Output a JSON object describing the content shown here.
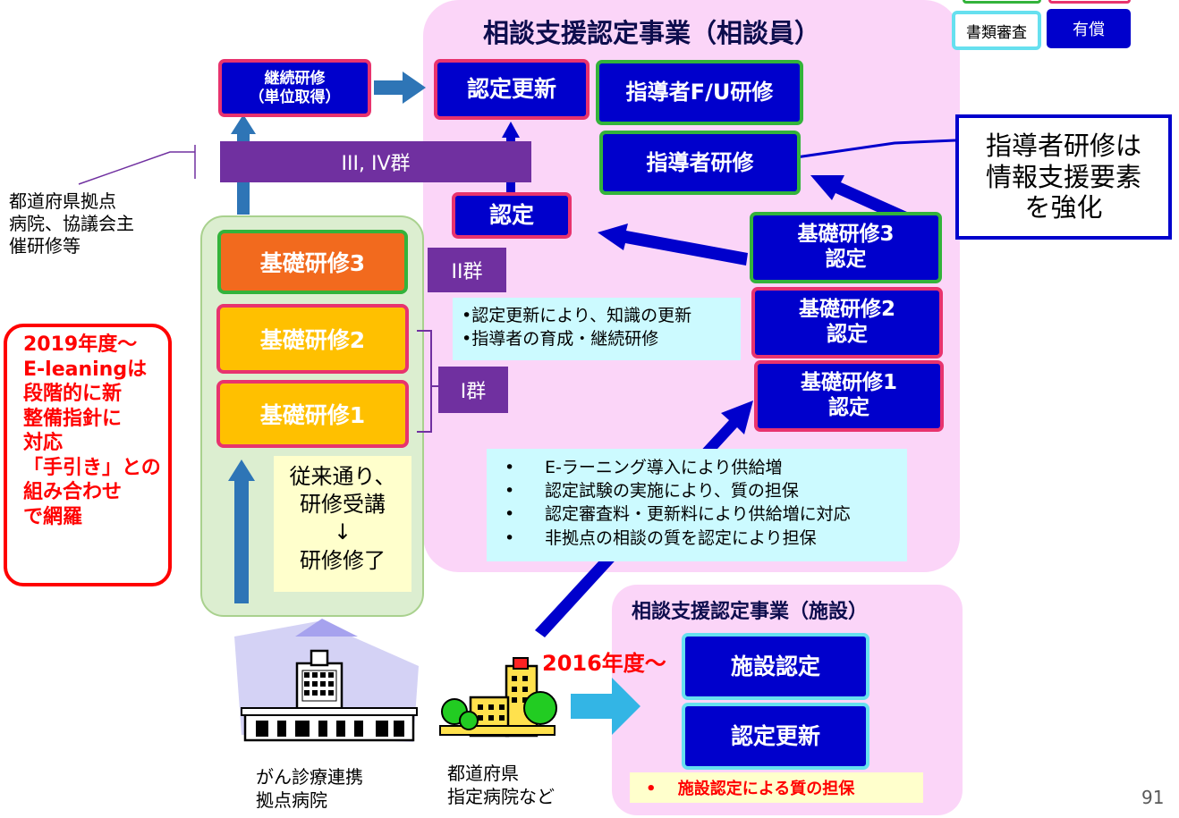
{
  "legend": {
    "document_review": "書類審査",
    "paid": "有償"
  },
  "counselor_program": {
    "title": "相談支援認定事業（相談員）",
    "renewal": "認定更新",
    "leader_fu": "指導者F/U研修",
    "leader_training": "指導者研修",
    "certification": "認定",
    "basic3_cert": "基礎研修3\n認定",
    "basic2_cert": "基礎研修2\n認定",
    "basic1_cert": "基礎研修1\n認定",
    "bullets_top": [
      "•認定更新により、知識の更新",
      "•指導者の育成・継続研修"
    ],
    "bullets_bottom": [
      "E-ラーニング導入により供給増",
      "認定試験の実施により、質の担保",
      "認定審査料・更新料により供給増に対応",
      "非拠点の相談の質を認定により担保"
    ]
  },
  "callout": {
    "leader_note": "指導者研修は\n情報支援要素\nを強化"
  },
  "continuing": "継続研修\n（単位取得）",
  "groups": {
    "g34": "III, IV群",
    "g2": "II群",
    "g1": "I群"
  },
  "basic": {
    "b3": "基礎研修3",
    "b2": "基礎研修2",
    "b1": "基礎研修1"
  },
  "prefecture_note": "都道府県拠点\n病院、協議会主\n催研修等",
  "elearning_note": "2019年度～\nE-leaningは\n段階的に新\n整備指針に\n対応\n「手引き」との\n組み合わせ\nで網羅",
  "traditional": "従来通り、\n研修受講\n↓\n研修修了",
  "facility_program": {
    "title": "相談支援認定事業（施設）",
    "year": "2016年度～",
    "cert": "施設認定",
    "renewal": "認定更新",
    "bullet": "•　 施設認定による質の担保"
  },
  "hospitals": {
    "cancer": "がん診療連携\n拠点病院",
    "prefectural": "都道府県\n指定病院など"
  },
  "page_number": "91",
  "colors": {
    "blue": "#0000cc",
    "pink_border": "#e8336e",
    "green_border": "#33b33b",
    "cyan_border": "#66e0ef",
    "purple": "#7030a0",
    "red": "#ff0000",
    "arrow_blue": "#2e75b6"
  }
}
